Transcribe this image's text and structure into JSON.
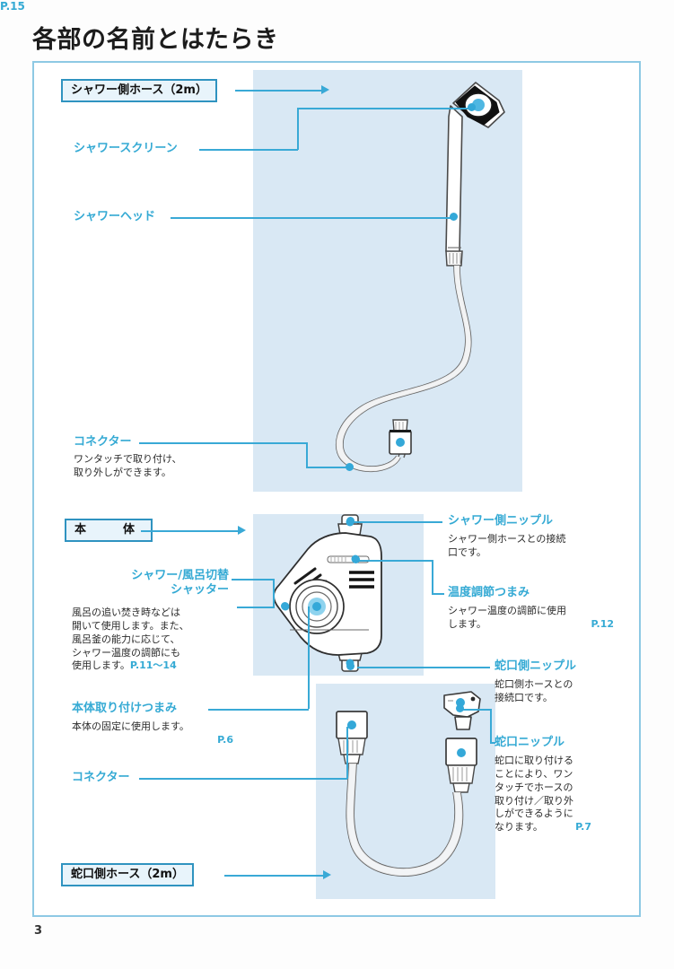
{
  "page": {
    "title": "各部の名前とはたらき",
    "number": "3"
  },
  "colors": {
    "accent": "#35aad4",
    "line": "#39a9d6",
    "panel": "#d9e8f4",
    "frame": "#8ec9e4",
    "box_border": "#2f93c0",
    "box_fill": "#e8f4fb",
    "text": "#1c1c1c"
  },
  "boxed_headings": {
    "shower_hose": "シャワー側ホース（2m）",
    "main_body": "本　体",
    "tap_hose": "蛇口側ホース（2m）"
  },
  "callouts": {
    "shower_screen": {
      "label": "シャワースクリーン",
      "page_ref": "P.15"
    },
    "shower_head": {
      "label": "シャワーヘッド"
    },
    "connector_top": {
      "label": "コネクター",
      "body": "ワンタッチで取り付け、\n取り外しができます。"
    },
    "shutter": {
      "label_line1": "シャワー/風呂切替",
      "label_line2": "シャッター",
      "body": "風呂の追い焚き時などは\n開いて使用します。また、\n風呂釜の能力に応じて、\nシャワー温度の調節にも\n使用します。",
      "page_ref": "P.11～14"
    },
    "mount_knob": {
      "label": "本体取り付けつまみ",
      "body": "本体の固定に使用します。",
      "page_ref": "P.6"
    },
    "connector_bottom": {
      "label": "コネクター"
    },
    "shower_nipple": {
      "label": "シャワー側ニップル",
      "body": "シャワー側ホースとの接続\n口です。"
    },
    "temp_knob": {
      "label": "温度調節つまみ",
      "body": "シャワー温度の調節に使用\nします。",
      "page_ref": "P.12"
    },
    "tap_nipple": {
      "label": "蛇口側ニップル",
      "body": "蛇口側ホースとの\n接続口です。"
    },
    "tap_adapter": {
      "label": "蛇口ニップル",
      "body": "蛇口に取り付ける\nことにより、ワン\nタッチでホースの\n取り付け／取り外\nしができるように\nなります。",
      "page_ref": "P.7"
    }
  }
}
